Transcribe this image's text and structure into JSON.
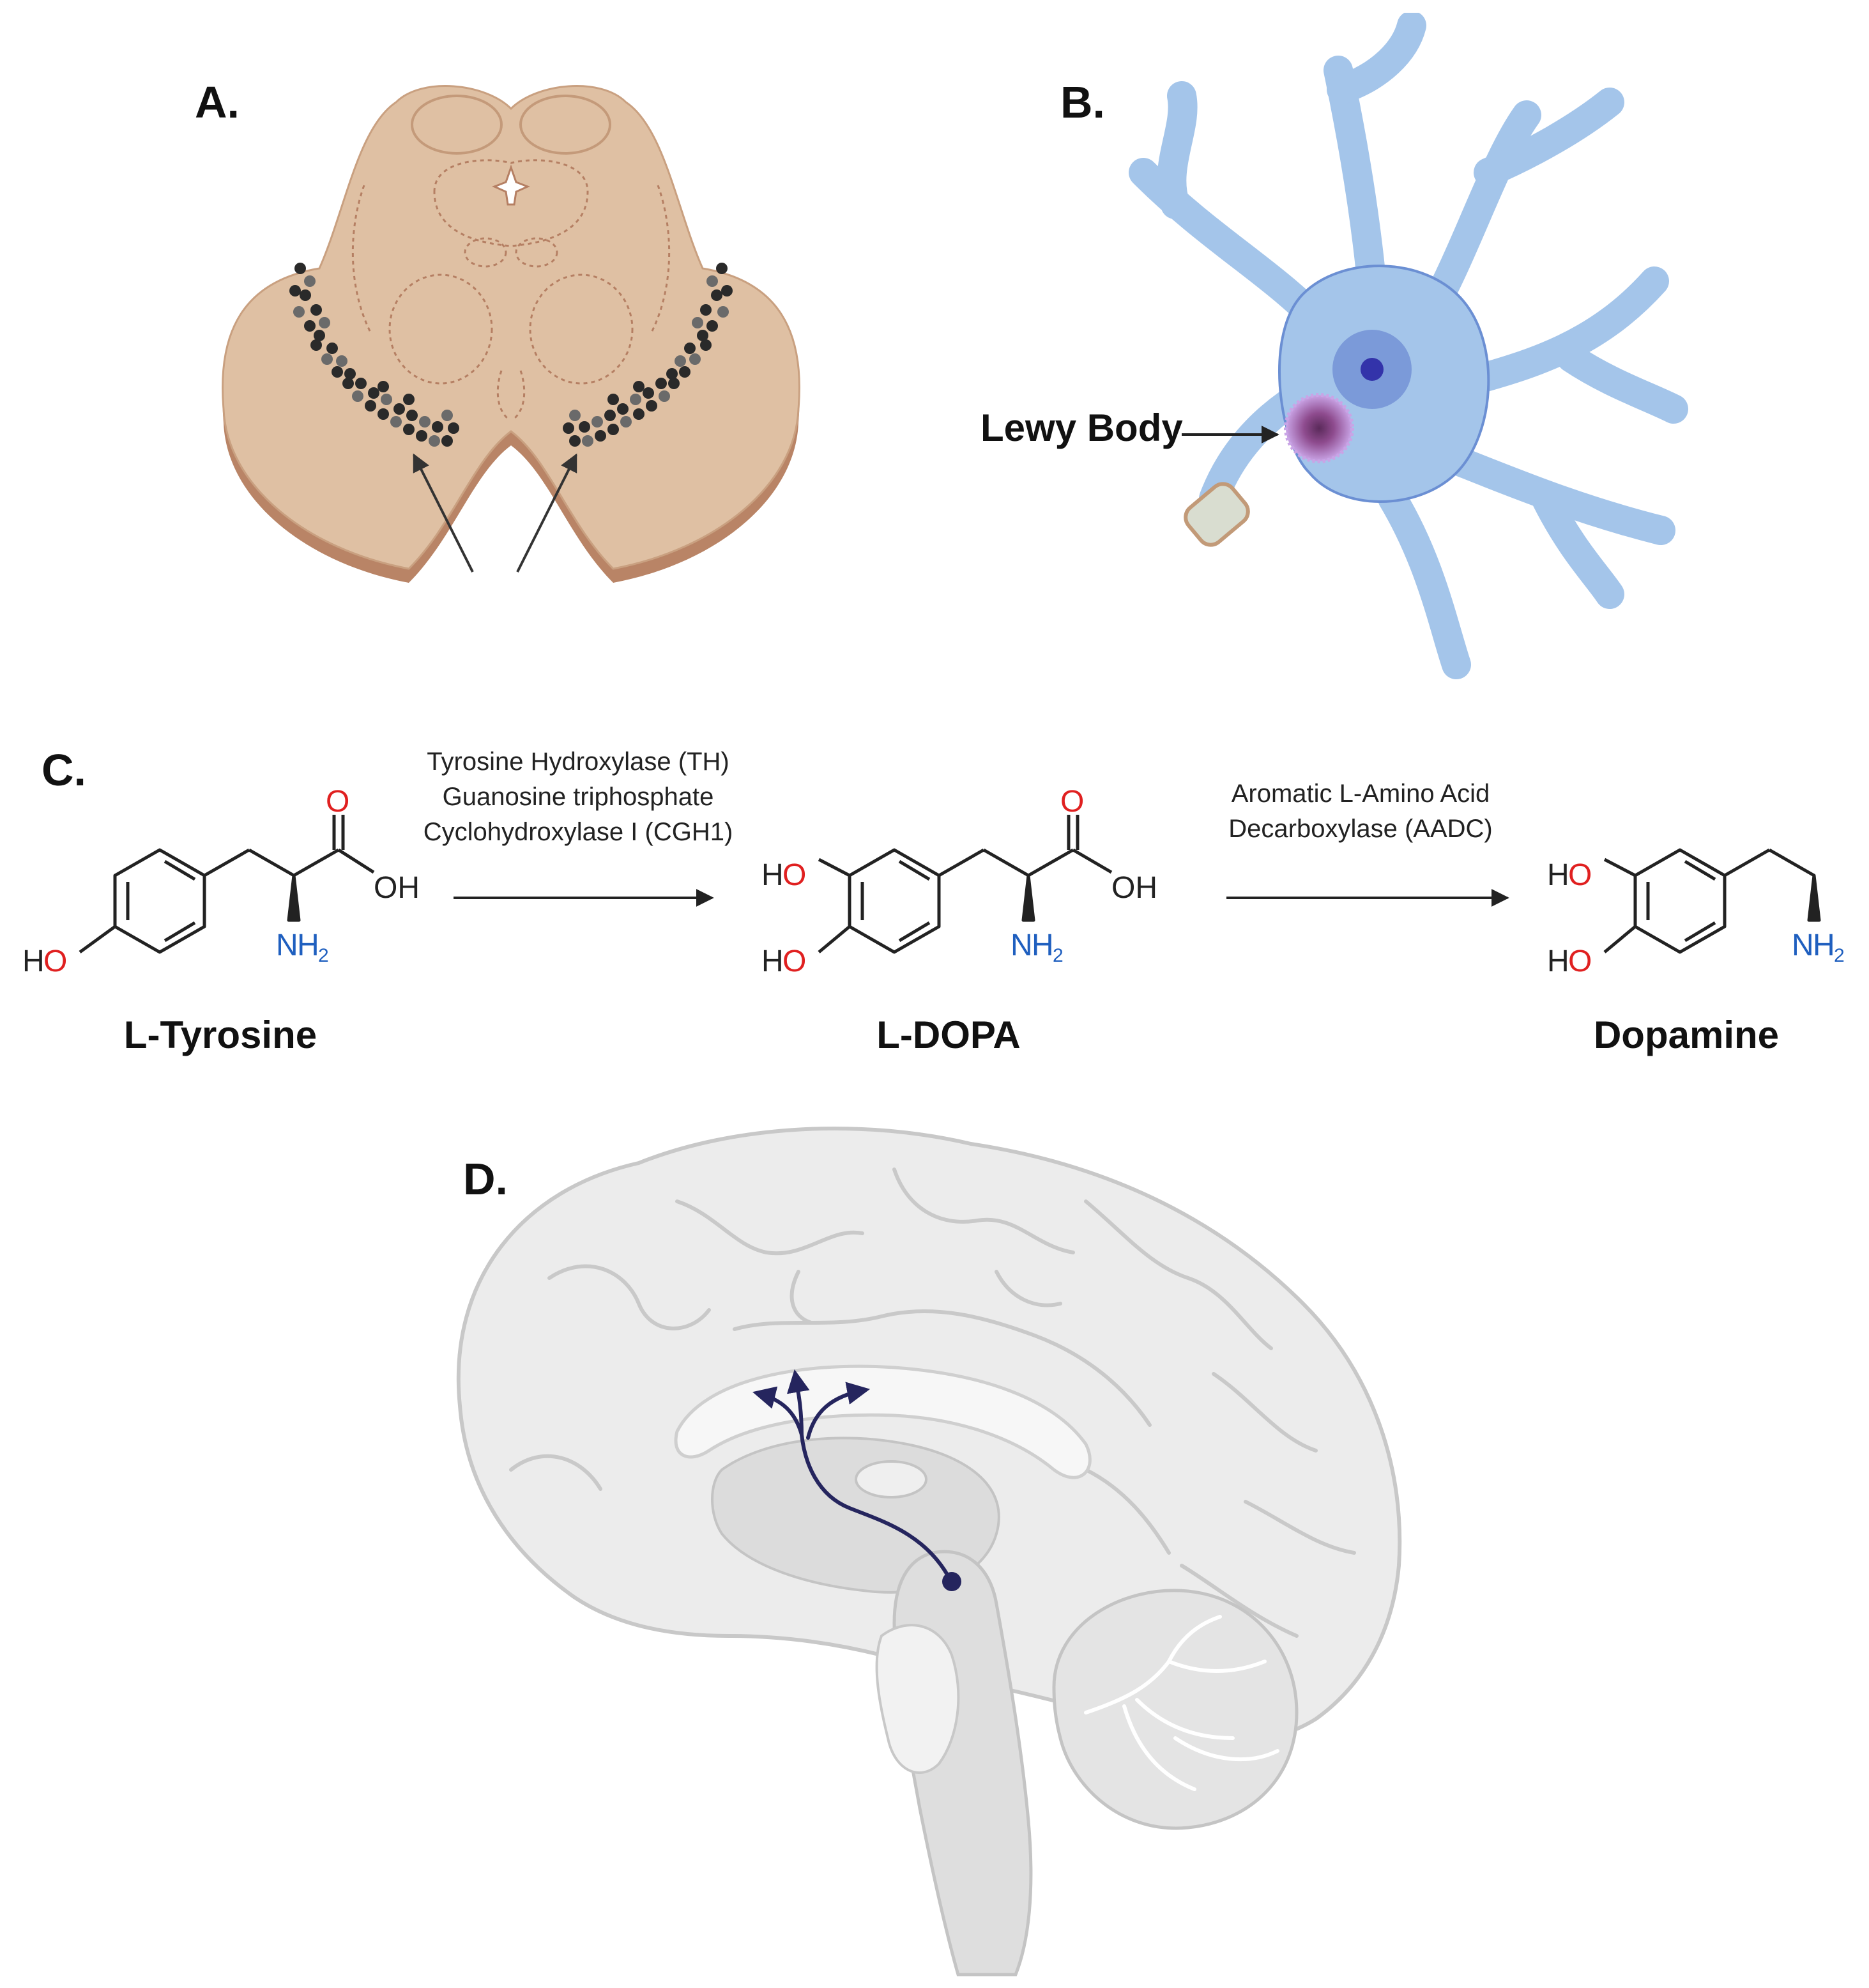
{
  "panels": {
    "a": {
      "label": "A."
    },
    "b": {
      "label": "B.",
      "annotation": "Lewy Body"
    },
    "c": {
      "label": "C.",
      "molecules": [
        {
          "name": "L-Tyrosine"
        },
        {
          "name": "L-DOPA"
        },
        {
          "name": "Dopamine"
        }
      ],
      "step1_enzymes": [
        "Tyrosine Hydroxylase (TH)",
        "Guanosine triphosphate",
        "Cyclohydroxylase I (CGH1)"
      ],
      "step2_enzymes": [
        "Aromatic L-Amino Acid",
        "Decarboxylase (AADC)"
      ],
      "atoms": {
        "O": "O",
        "OH": "OH",
        "HO_H": "H",
        "HO_O": "O",
        "N": "N",
        "H": "H",
        "sub2": "2"
      }
    },
    "d": {
      "label": "D."
    }
  },
  "colors": {
    "midbrain_fill": "#dfc0a3",
    "midbrain_edge": "#b98466",
    "neuron_fill": "#a4c5ea",
    "neuron_edge": "#6b8fd3",
    "oxygen": "#e02020",
    "nitrogen": "#1f5fbf",
    "pathway": "#25255e"
  }
}
